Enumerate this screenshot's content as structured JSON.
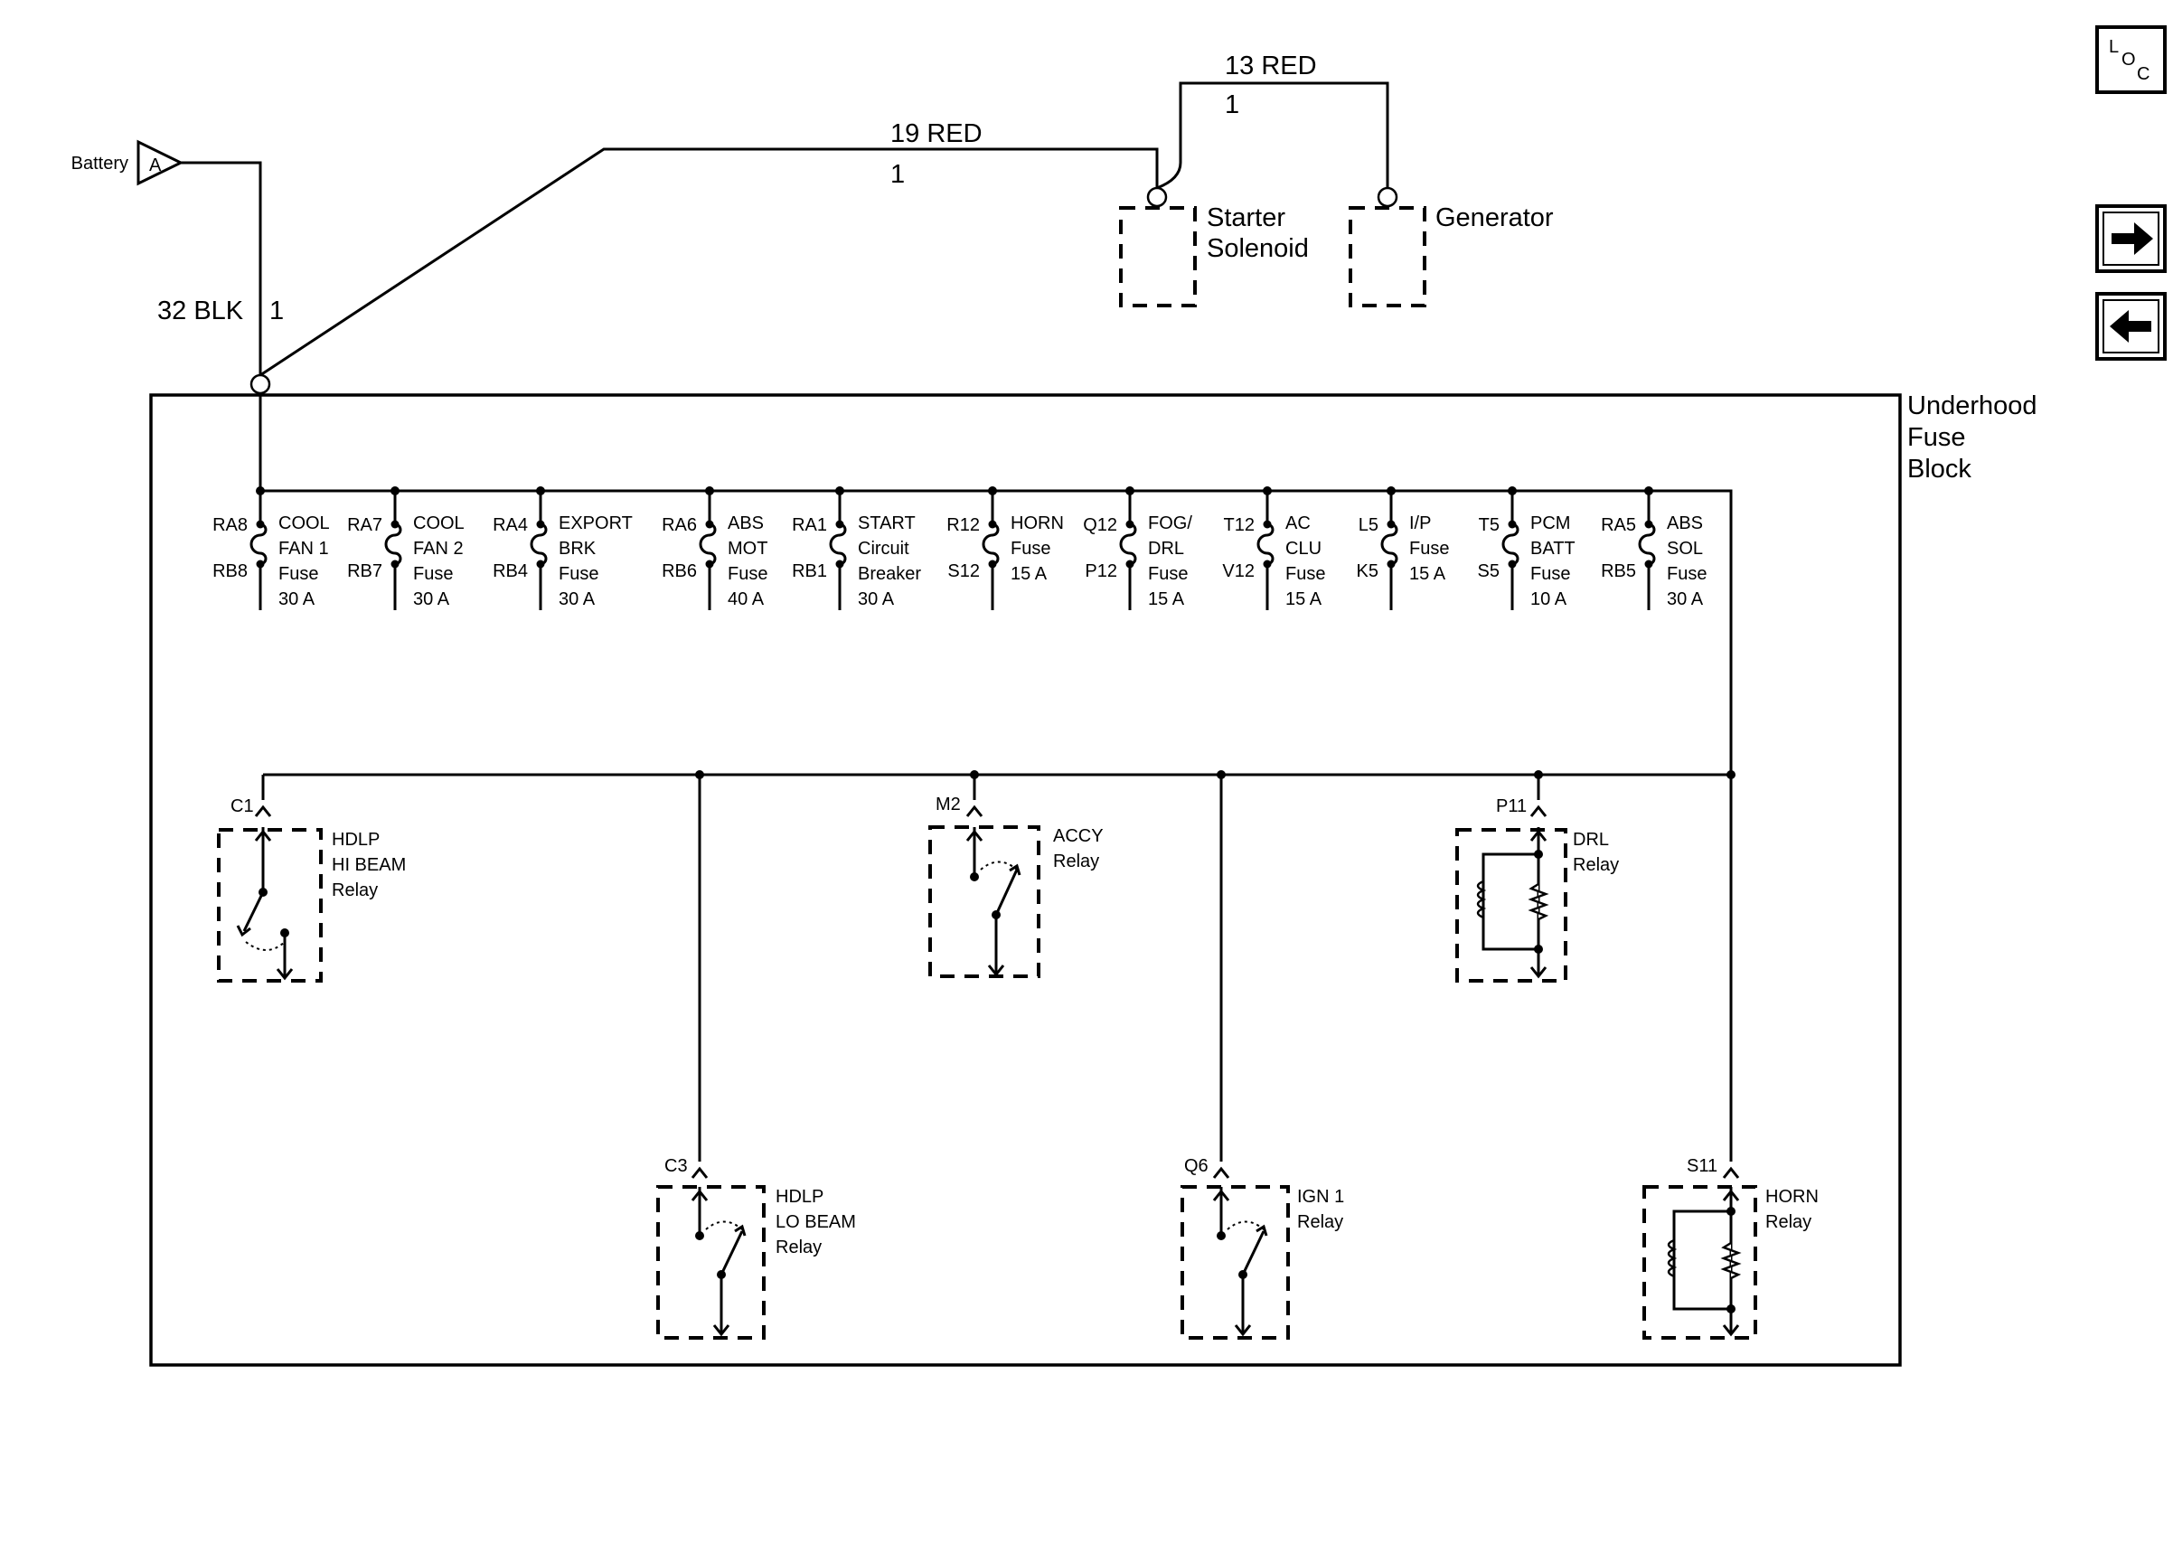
{
  "battery": {
    "label": "Battery",
    "connector": "A"
  },
  "wires": {
    "battery_feed": {
      "name": "32 BLK",
      "num": "1"
    },
    "starter_feed": {
      "name": "19 RED",
      "num": "1"
    },
    "generator_feed": {
      "name": "13 RED",
      "num": "1"
    }
  },
  "components": {
    "starter": {
      "line1": "Starter",
      "line2": "Solenoid"
    },
    "generator": {
      "label": "Generator"
    },
    "fuse_block": {
      "line1": "Underhood",
      "line2": "Fuse",
      "line3": "Block"
    }
  },
  "nav": {
    "loc_l": "L",
    "loc_o": "O",
    "loc_c": "C"
  },
  "fuses": [
    {
      "top": "RA8",
      "bottom": "RB8",
      "lines": [
        "COOL",
        "FAN 1",
        "Fuse",
        "30 A"
      ]
    },
    {
      "top": "RA7",
      "bottom": "RB7",
      "lines": [
        "COOL",
        "FAN 2",
        "Fuse",
        "30 A"
      ]
    },
    {
      "top": "RA4",
      "bottom": "RB4",
      "lines": [
        "EXPORT",
        "BRK",
        "Fuse",
        "30 A"
      ]
    },
    {
      "top": "RA6",
      "bottom": "RB6",
      "lines": [
        "ABS",
        "MOT",
        "Fuse",
        "40 A"
      ]
    },
    {
      "top": "RA1",
      "bottom": "RB1",
      "lines": [
        "START",
        "Circuit",
        "Breaker",
        "30 A"
      ]
    },
    {
      "top": "R12",
      "bottom": "S12",
      "lines": [
        "HORN",
        "Fuse",
        "15 A",
        ""
      ]
    },
    {
      "top": "Q12",
      "bottom": "P12",
      "lines": [
        "FOG/",
        "DRL",
        "Fuse",
        "15 A"
      ]
    },
    {
      "top": "T12",
      "bottom": "V12",
      "lines": [
        "AC",
        "CLU",
        "Fuse",
        "15 A"
      ]
    },
    {
      "top": "L5",
      "bottom": "K5",
      "lines": [
        "I/P",
        "Fuse",
        "15 A",
        ""
      ]
    },
    {
      "top": "T5",
      "bottom": "S5",
      "lines": [
        "PCM",
        "BATT",
        "Fuse",
        "10 A"
      ]
    },
    {
      "top": "RA5",
      "bottom": "RB5",
      "lines": [
        "ABS",
        "SOL",
        "Fuse",
        "30 A"
      ]
    }
  ],
  "relays": [
    {
      "pin": "C1",
      "lines": [
        "HDLP",
        "HI BEAM",
        "Relay"
      ]
    },
    {
      "pin": "M2",
      "lines": [
        "ACCY",
        "Relay",
        ""
      ]
    },
    {
      "pin": "P11",
      "lines": [
        "DRL",
        "Relay",
        ""
      ]
    },
    {
      "pin": "C3",
      "lines": [
        "HDLP",
        "LO BEAM",
        "Relay"
      ]
    },
    {
      "pin": "Q6",
      "lines": [
        "IGN 1",
        "Relay",
        ""
      ]
    },
    {
      "pin": "S11",
      "lines": [
        "HORN",
        "Relay",
        ""
      ]
    }
  ]
}
